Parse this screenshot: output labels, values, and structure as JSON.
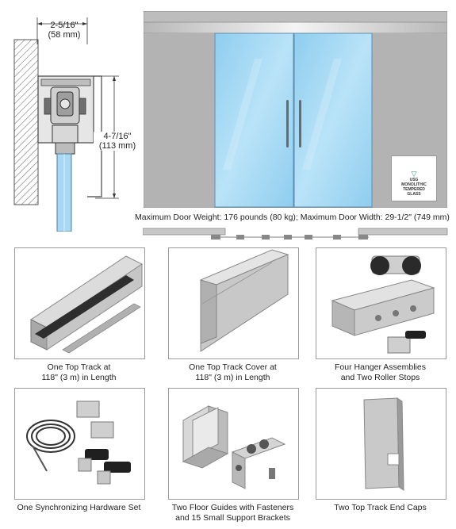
{
  "diagram": {
    "width_dim": "2-5/16\"",
    "width_dim_metric": "(58 mm)",
    "height_dim": "4-7/16\"",
    "height_dim_metric": "(113 mm)"
  },
  "glass_sticker": {
    "line1": "USG",
    "line2": "MONOLITHIC",
    "line3": "TEMPERED",
    "line4": "GLASS"
  },
  "specs": "Maximum Door Weight: 176 pounds (80 kg); Maximum Door Width: 29-1/2\" (749 mm)",
  "components": [
    {
      "line1": "One Top Track at",
      "line2": "118\" (3 m) in Length"
    },
    {
      "line1": "One Top Track Cover at",
      "line2": "118\" (3 m) in Length"
    },
    {
      "line1": "Four Hanger Assemblies",
      "line2": "and Two Roller Stops"
    },
    {
      "line1": "One Synchronizing Hardware Set",
      "line2": ""
    },
    {
      "line1": "Two Floor Guides with Fasteners",
      "line2": "and 15 Small Support Brackets"
    },
    {
      "line1": "Two Top Track End Caps",
      "line2": ""
    }
  ],
  "colors": {
    "glass": "#a9d8f2",
    "panel_gray": "#b5b5b5",
    "aluminum": "#c9c9c9",
    "frame_border": "#9a9a9a"
  }
}
